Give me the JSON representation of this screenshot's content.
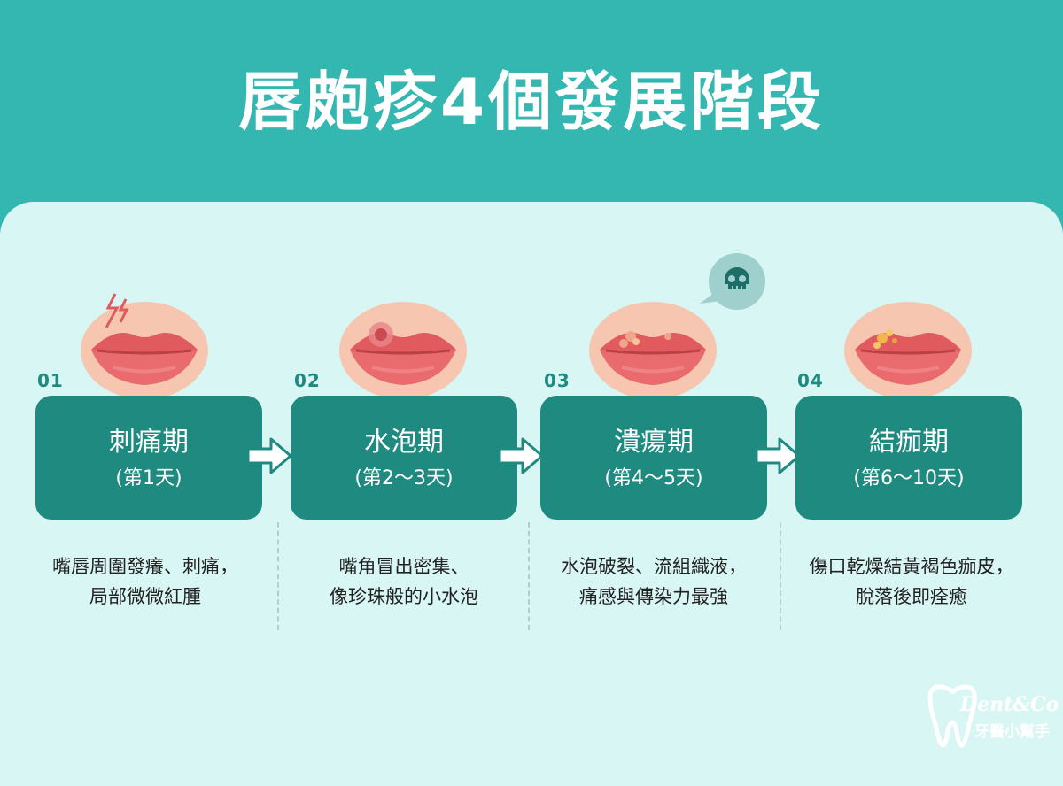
{
  "title": "唇皰疹4個發展階段",
  "stages": [
    {
      "num": "01",
      "name": "刺痛期",
      "days": "(第1天)",
      "desc_line1": "嘴唇周圍發癢、刺痛，",
      "desc_line2": "局部微微紅腫"
    },
    {
      "num": "02",
      "name": "水泡期",
      "days": "(第2～3天)",
      "desc_line1": "嘴角冒出密集、",
      "desc_line2": "像珍珠般的小水泡"
    },
    {
      "num": "03",
      "name": "潰瘍期",
      "days": "(第4～5天)",
      "desc_line1": "水泡破裂、流組織液，",
      "desc_line2": "痛感與傳染力最強"
    },
    {
      "num": "04",
      "name": "結痂期",
      "days": "(第6～10天)",
      "desc_line1": "傷口乾燥結黃褐色痂皮，",
      "desc_line2": "脫落後即痊癒"
    }
  ],
  "logo": {
    "brand": "Dent&Co",
    "subtitle": "牙醫小幫手"
  },
  "colors": {
    "header": "#34b7b1",
    "panel": "#d8f6f4",
    "card": "#1e8a80",
    "lip": "#e05a5e",
    "skin": "#f7c6b1"
  },
  "icons": [
    "lips-icon",
    "lightning-icon",
    "blister-icon",
    "skull-icon",
    "arrow-right-icon",
    "tooth-logo-icon"
  ]
}
